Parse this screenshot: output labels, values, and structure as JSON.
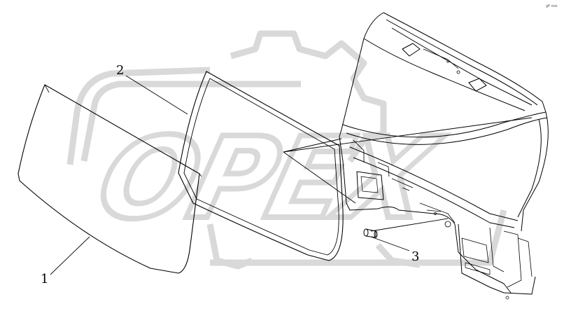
{
  "callouts": [
    {
      "id": "1",
      "label": "1"
    },
    {
      "id": "2",
      "label": "2"
    },
    {
      "id": "3",
      "label": "3"
    }
  ],
  "watermark": {
    "text": "OPEX",
    "color": "#d9d9d9"
  },
  "corner_code": "gP oos",
  "colors": {
    "line": "#000000",
    "watermark": "#d9d9d9"
  }
}
